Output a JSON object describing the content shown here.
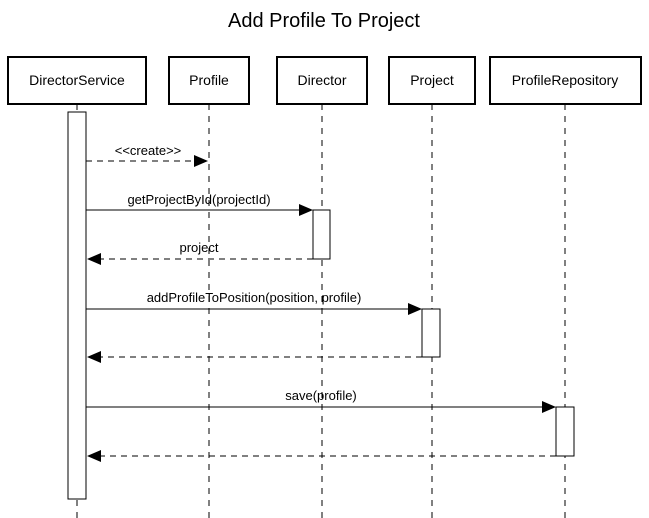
{
  "title": "Add Profile To Project",
  "participants": [
    {
      "id": "directorservice",
      "label": "DirectorService"
    },
    {
      "id": "profile",
      "label": "Profile"
    },
    {
      "id": "director",
      "label": "Director"
    },
    {
      "id": "project",
      "label": "Project"
    },
    {
      "id": "profilerepository",
      "label": "ProfileRepository"
    }
  ],
  "messages": [
    {
      "id": "create",
      "label": "<<create>>",
      "from": "DirectorService",
      "to": "Profile",
      "style": "dashed"
    },
    {
      "id": "get-project-by-id",
      "label": "getProjectById(projectId)",
      "from": "DirectorService",
      "to": "Director",
      "style": "solid"
    },
    {
      "id": "project-return",
      "label": "project",
      "from": "Director",
      "to": "DirectorService",
      "style": "dashed"
    },
    {
      "id": "add-profile-to-position",
      "label": "addProfileToPosition(position, profile)",
      "from": "DirectorService",
      "to": "Project",
      "style": "solid"
    },
    {
      "id": "project-reply",
      "label": "",
      "from": "Project",
      "to": "DirectorService",
      "style": "dashed"
    },
    {
      "id": "save",
      "label": "save(profile)",
      "from": "DirectorService",
      "to": "ProfileRepository",
      "style": "solid"
    },
    {
      "id": "repository-reply",
      "label": "",
      "from": "ProfileRepository",
      "to": "DirectorService",
      "style": "dashed"
    }
  ]
}
